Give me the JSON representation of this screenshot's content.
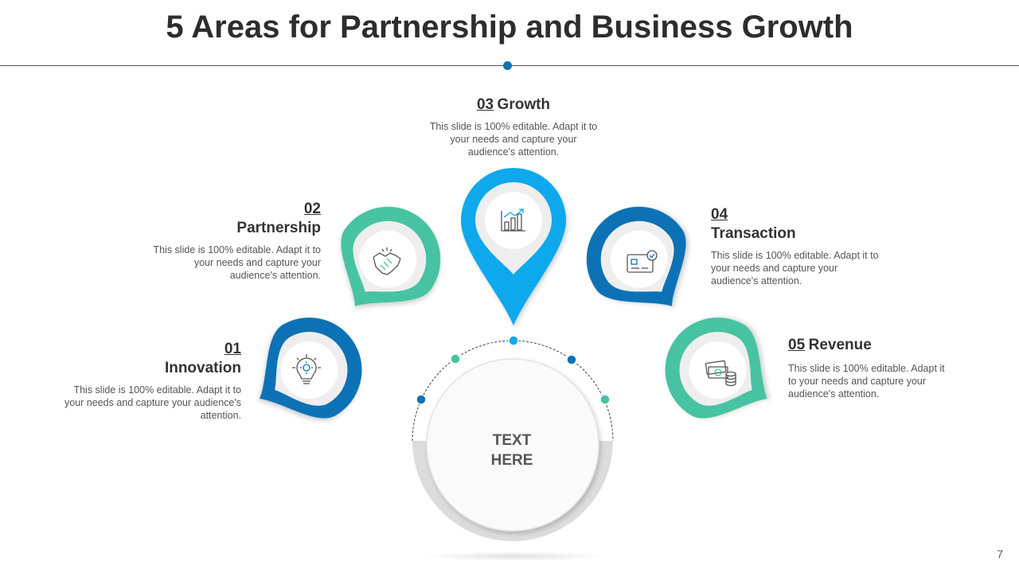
{
  "title": "5 Areas for Partnership and Business Growth",
  "center_text": "TEXT\nHERE",
  "page_number": "7",
  "colors": {
    "dark_blue": "#0e72b5",
    "teal": "#46c3a1",
    "light_blue": "#0ca9ec",
    "ring": "#dcdcdc"
  },
  "items": [
    {
      "number": "01",
      "name": "Innovation",
      "icon": "lightbulb-gear-icon",
      "description": "This slide is 100% editable. Adapt it to your needs and capture your audience's attention."
    },
    {
      "number": "02",
      "name": "Partnership",
      "icon": "handshake-icon",
      "description": "This slide is 100% editable. Adapt it to your needs and capture your audience's attention."
    },
    {
      "number": "03",
      "name": "Growth",
      "icon": "growth-chart-icon",
      "description": "This slide is 100% editable. Adapt it to your needs and capture your audience's attention."
    },
    {
      "number": "04",
      "name": "Transaction",
      "icon": "credit-card-icon",
      "description": "This slide is 100% editable. Adapt it to your needs and capture your audience's attention."
    },
    {
      "number": "05",
      "name": "Revenue",
      "icon": "money-coins-icon",
      "description": "This slide is 100% editable. Adapt it to your needs and capture your audience's attention."
    }
  ]
}
